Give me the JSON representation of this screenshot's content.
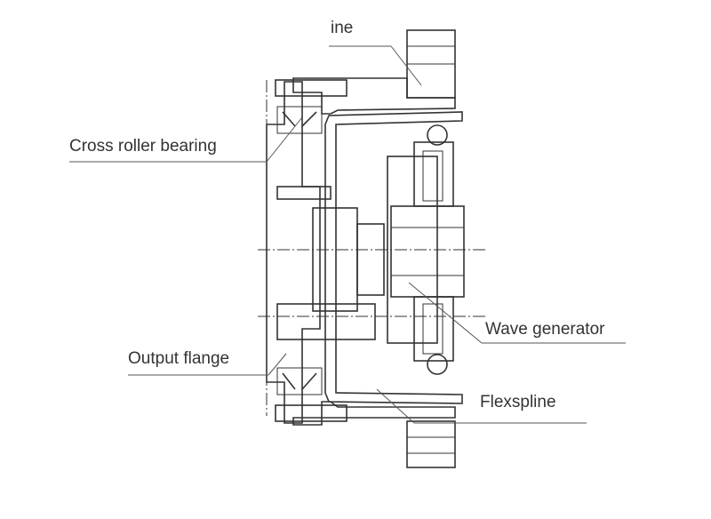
{
  "labels": {
    "top": "ine",
    "cross_roller_bearing": "Cross roller bearing",
    "output_flange": "Output flange",
    "wave_generator": "Wave generator",
    "flexspline": "Flexspline"
  },
  "colors": {
    "fill_light_blue": "#dceef1",
    "fill_grey": "#d4d4d4",
    "fill_dark_grey": "#b8b8b8",
    "line": "#333333",
    "text": "#333333"
  }
}
